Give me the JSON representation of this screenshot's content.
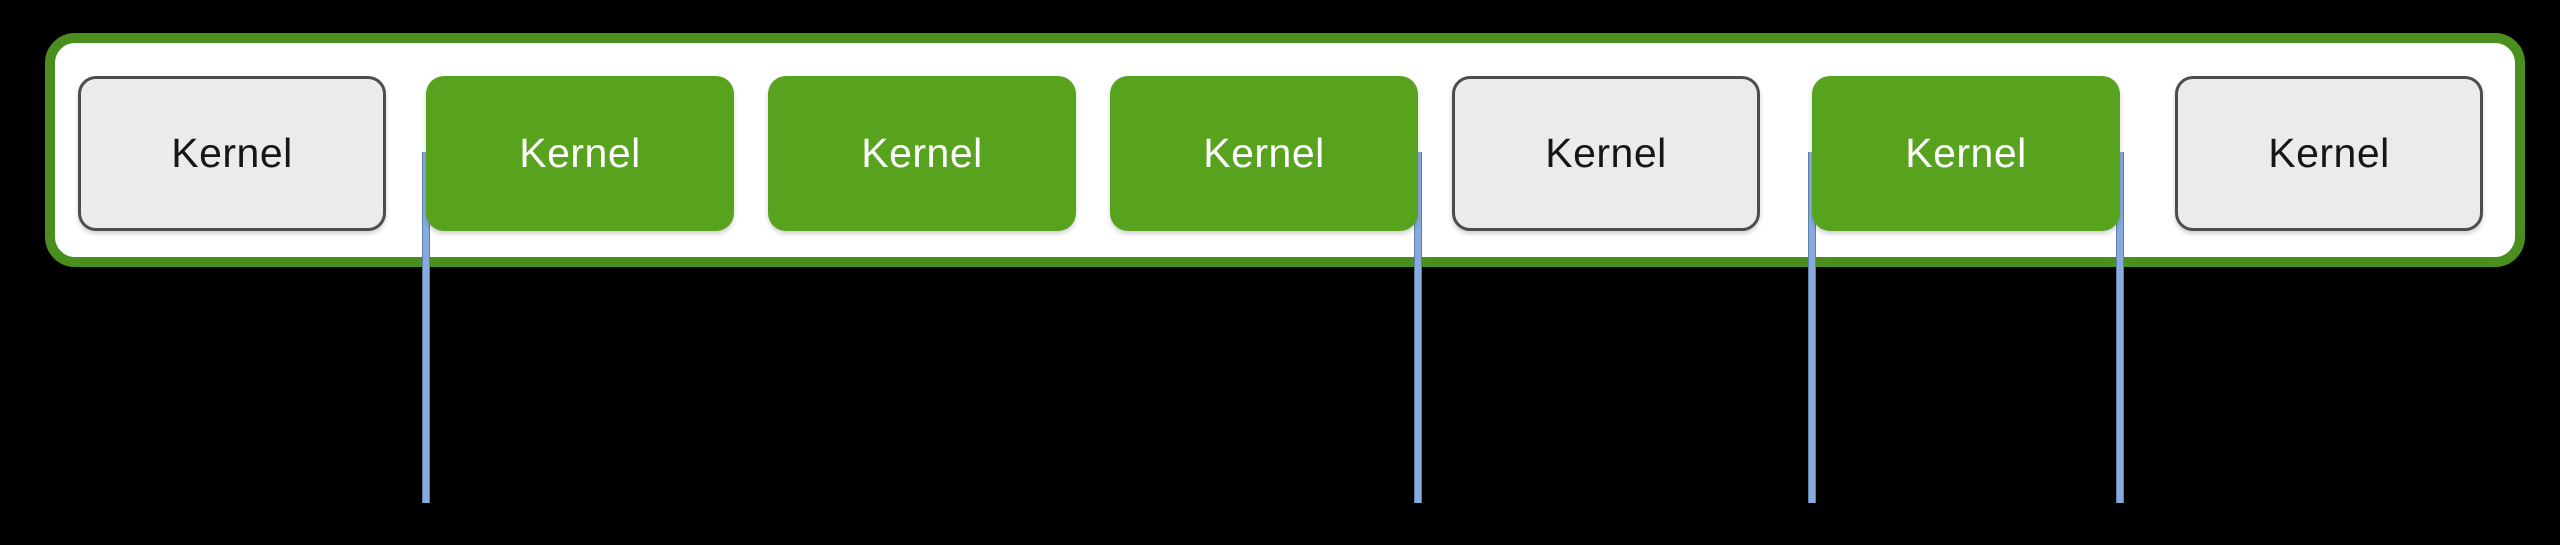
{
  "canvas": {
    "background": "#000000"
  },
  "container": {
    "fill": "#ffffff",
    "border_color": "#4a8f1d"
  },
  "kernels": [
    {
      "label": "Kernel",
      "state": "inactive"
    },
    {
      "label": "Kernel",
      "state": "active"
    },
    {
      "label": "Kernel",
      "state": "active"
    },
    {
      "label": "Kernel",
      "state": "active"
    },
    {
      "label": "Kernel",
      "state": "inactive"
    },
    {
      "label": "Kernel",
      "state": "active"
    },
    {
      "label": "Kernel",
      "state": "inactive"
    }
  ],
  "styles": {
    "active_fill": "#57a31e",
    "active_text": "#ffffff",
    "inactive_fill": "#ebebeb",
    "inactive_border": "#4d4d4d",
    "inactive_text": "#161616",
    "marker_fill": "#87abdd",
    "marker_edge": "#5f7fae"
  },
  "markers": [
    {
      "kernel_index": 1,
      "edge": "left"
    },
    {
      "kernel_index": 3,
      "edge": "right"
    },
    {
      "kernel_index": 5,
      "edge": "left"
    },
    {
      "kernel_index": 5,
      "edge": "right"
    }
  ]
}
